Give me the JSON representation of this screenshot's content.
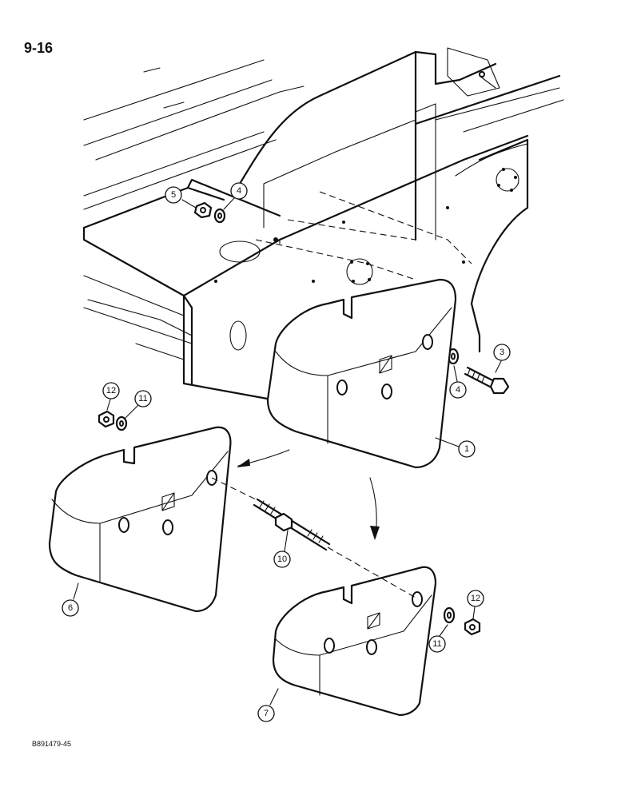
{
  "page": {
    "number": "9-16",
    "figure_code": "B891479-45"
  },
  "callouts": [
    {
      "id": "c1",
      "label": "1"
    },
    {
      "id": "c3",
      "label": "3"
    },
    {
      "id": "c4a",
      "label": "4"
    },
    {
      "id": "c4b",
      "label": "4"
    },
    {
      "id": "c5",
      "label": "5"
    },
    {
      "id": "c6",
      "label": "6"
    },
    {
      "id": "c7",
      "label": "7"
    },
    {
      "id": "c10",
      "label": "10"
    },
    {
      "id": "c11a",
      "label": "11"
    },
    {
      "id": "c11b",
      "label": "11"
    },
    {
      "id": "c12a",
      "label": "12"
    },
    {
      "id": "c12b",
      "label": "12"
    }
  ]
}
